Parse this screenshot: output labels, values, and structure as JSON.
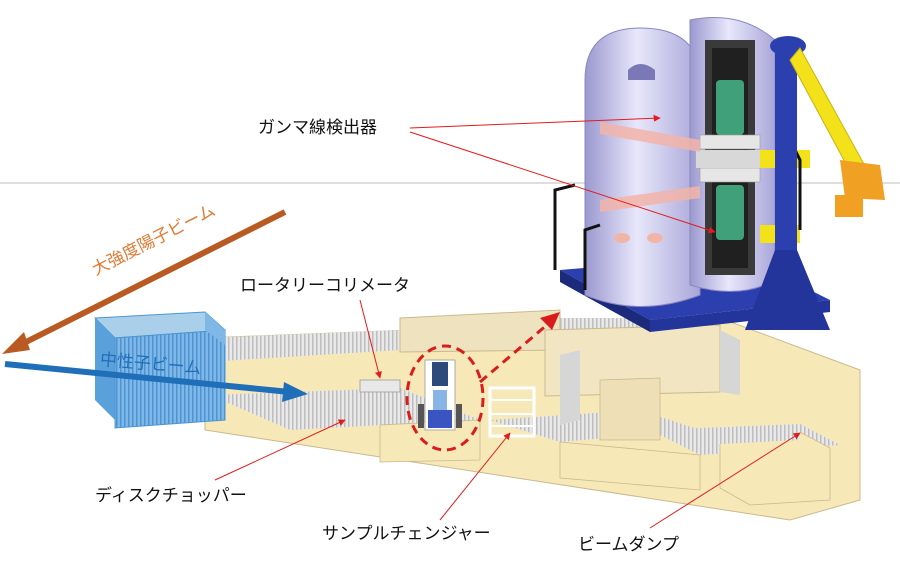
{
  "labels": {
    "gamma_detector": "ガンマ線検出器",
    "proton_beam": "大強度陽子ビーム",
    "rotary_collimator": "ロータリーコリメータ",
    "neutron_beam": "中性子ビーム",
    "disk_chopper": "ディスクチョッパー",
    "sample_changer": "サンプルチェンジャー",
    "beam_dump": "ビームダンプ"
  },
  "colors": {
    "proton_beam": "#b85a22",
    "neutron_beam": "#1f6fb8",
    "pointer": "#e21b1b",
    "highlight": "#d91c1c",
    "shield_body": "#f7e8b8",
    "shield_side": "#d6d6d6",
    "shield_top": "#a9cfea",
    "cryostat": "#c8c6e8",
    "support": "#2b3fae",
    "arm": "#f3e11a"
  }
}
